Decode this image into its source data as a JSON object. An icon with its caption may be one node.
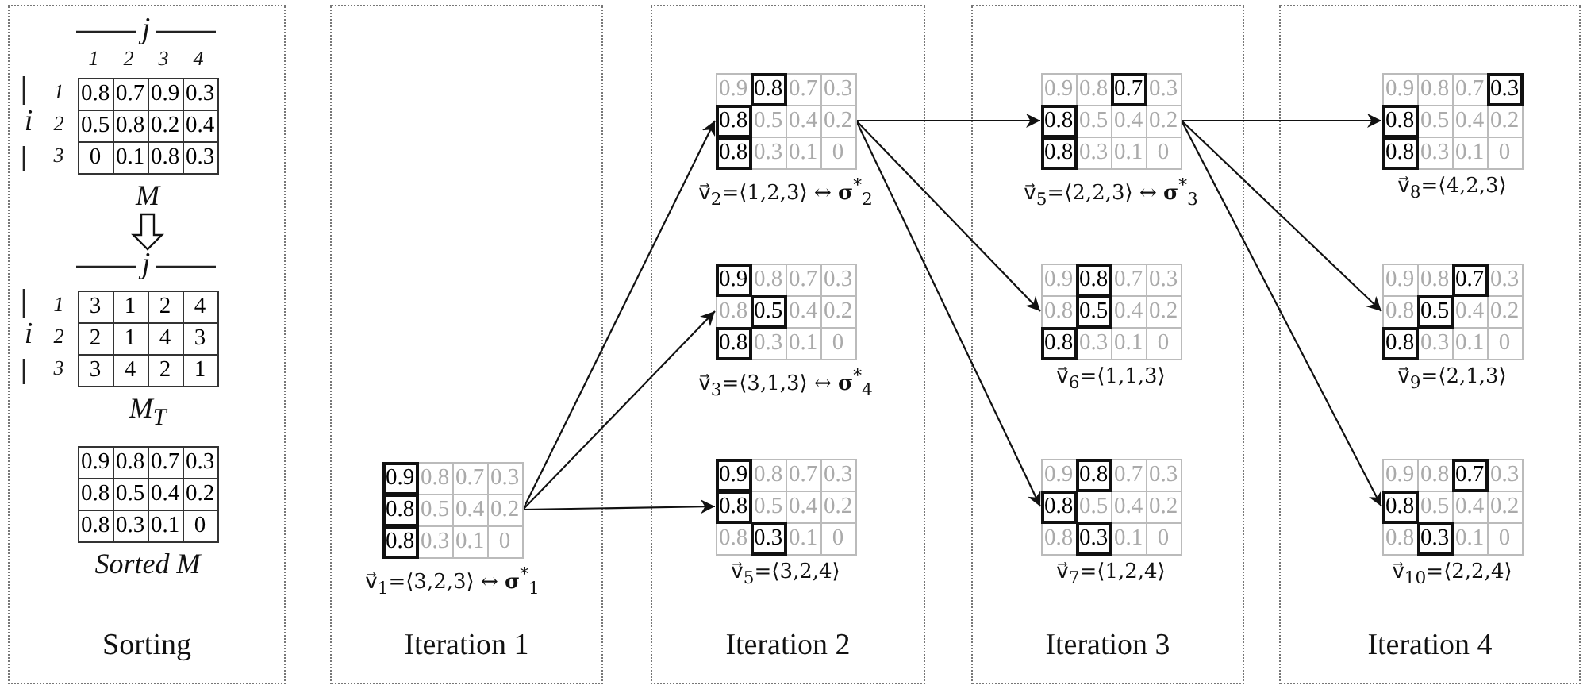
{
  "diagram": {
    "nodes": [
      {
        "text": [
          "Sorting"
        ]
      },
      {
        "text": [
          "0.8",
          "0.7",
          "0.9",
          "0.3",
          "0.5",
          "0.8",
          "0.2",
          "0.4",
          "0",
          "0.1",
          "0.8",
          "0.3"
        ],
        "in": 0,
        "beside": [
          "M"
        ]
      },
      {
        "text": [
          "3",
          "1",
          "2",
          "4",
          "2",
          "1",
          "4",
          "3",
          "3",
          "4",
          "2",
          "1"
        ],
        "in": 0,
        "beside": [
          "M$_{T}$"
        ]
      },
      {
        "text": [
          "0.9",
          "0.8",
          "0.7",
          "0.3",
          "0.8",
          "0.5",
          "0.4",
          "0.2",
          "0.8",
          "0.3",
          "0.1",
          "0"
        ],
        "in": 0,
        "beside": [
          "Sorted M"
        ]
      },
      {
        "text": [
          "Iteration 1"
        ]
      },
      {
        "text": [
          "0.9",
          "0.8",
          "0.7",
          "0.3",
          "0.8",
          "0.5",
          "0.4",
          "0.2",
          "0.8",
          "0.3",
          "0.1",
          "0"
        ],
        "in": 4,
        "beside": [
          "v⃗$_{1}$=⟨3,2,3⟩ ↔ **σ**$^{*}$$_{1}$"
        ]
      },
      {
        "text": [
          "Iteration 2"
        ]
      },
      {
        "text": [
          "0.9",
          "0.8",
          "0.7",
          "0.3",
          "0.8",
          "0.5",
          "0.4",
          "0.2",
          "0.8",
          "0.3",
          "0.1",
          "0"
        ],
        "in": 6,
        "beside": [
          "v⃗$_{2}$=⟨1,2,3⟩ ↔ **σ**$^{*}$$_{2}$"
        ]
      },
      {
        "text": [
          "0.9",
          "0.8",
          "0.7",
          "0.3",
          "0.8",
          "0.5",
          "0.4",
          "0.2",
          "0.8",
          "0.3",
          "0.1",
          "0"
        ],
        "in": 6,
        "beside": [
          "v⃗$_{3}$=⟨3,1,3⟩ ↔ **σ**$^{*}$$_{4}$"
        ]
      },
      {
        "text": [
          "0.9",
          "0.8",
          "0.7",
          "0.3",
          "0.8",
          "0.5",
          "0.4",
          "0.2",
          "0.8",
          "0.3",
          "0.1",
          "0"
        ],
        "in": 6,
        "beside": [
          "v⃗$_{5}$=⟨3,2,4⟩"
        ]
      },
      {
        "text": [
          "Iteration 3"
        ]
      },
      {
        "text": [
          "0.9",
          "0.8",
          "0.7",
          "0.3",
          "0.8",
          "0.5",
          "0.4",
          "0.2",
          "0.8",
          "0.3",
          "0.1",
          "0"
        ],
        "in": 10,
        "beside": [
          "v⃗$_{5}$=⟨2,2,3⟩ ↔ **σ**$^{*}$$_{3}$"
        ]
      },
      {
        "text": [
          "0.9",
          "0.8",
          "0.7",
          "0.3",
          "0.8",
          "0.5",
          "0.4",
          "0.2",
          "0.8",
          "0.3",
          "0.1",
          "0"
        ],
        "in": 10,
        "beside": [
          "v⃗$_{6}$=⟨1,1,3⟩"
        ]
      },
      {
        "text": [
          "0.9",
          "0.8",
          "0.7",
          "0.3",
          "0.8",
          "0.5",
          "0.4",
          "0.2",
          "0.8",
          "0.3",
          "0.1",
          "0"
        ],
        "in": 10,
        "beside": [
          "v⃗$_{7}$=⟨1,2,4⟩"
        ]
      },
      {
        "text": [
          "Iteration 4"
        ]
      },
      {
        "text": [
          "0.9",
          "0.8",
          "0.7",
          "0.3",
          "0.8",
          "0.5",
          "0.4",
          "0.2",
          "0.8",
          "0.3",
          "0.1",
          "0"
        ],
        "in": 14,
        "beside": [
          "v⃗$_{8}$=⟨4,2,3⟩"
        ]
      },
      {
        "text": [
          "0.9",
          "0.8",
          "0.7",
          "0.3",
          "0.8",
          "0.5",
          "0.4",
          "0.2",
          "0.8",
          "0.3",
          "0.1",
          "0"
        ],
        "in": 14,
        "beside": [
          "v⃗$_{9}$=⟨2,1,3⟩"
        ]
      },
      {
        "text": [
          "0.9",
          "0.8",
          "0.7",
          "0.3",
          "0.8",
          "0.5",
          "0.4",
          "0.2",
          "0.8",
          "0.3",
          "0.1",
          "0"
        ],
        "in": 14,
        "beside": [
          "v⃗$_{10}$=⟨2,2,4⟩"
        ]
      }
    ],
    "edges": [
      {
        "from": 1,
        "to": 2,
        "arrow": "to"
      },
      {
        "from": 5,
        "to": 7,
        "arrow": "to"
      },
      {
        "from": 5,
        "to": 8,
        "arrow": "to"
      },
      {
        "from": 5,
        "to": 9,
        "arrow": "to"
      },
      {
        "from": 7,
        "to": 11,
        "arrow": "to"
      },
      {
        "from": 7,
        "to": 12,
        "arrow": "to"
      },
      {
        "from": 7,
        "to": 13,
        "arrow": "to"
      },
      {
        "from": 11,
        "to": 15,
        "arrow": "to"
      },
      {
        "from": 11,
        "to": 16,
        "arrow": "to"
      },
      {
        "from": 11,
        "to": 17,
        "arrow": "to"
      }
    ],
    "labels": [
      "j",
      "1",
      "2",
      "3",
      "4",
      "1",
      "i",
      "2",
      "3",
      "j",
      "1",
      "i",
      "2",
      "3"
    ]
  }
}
